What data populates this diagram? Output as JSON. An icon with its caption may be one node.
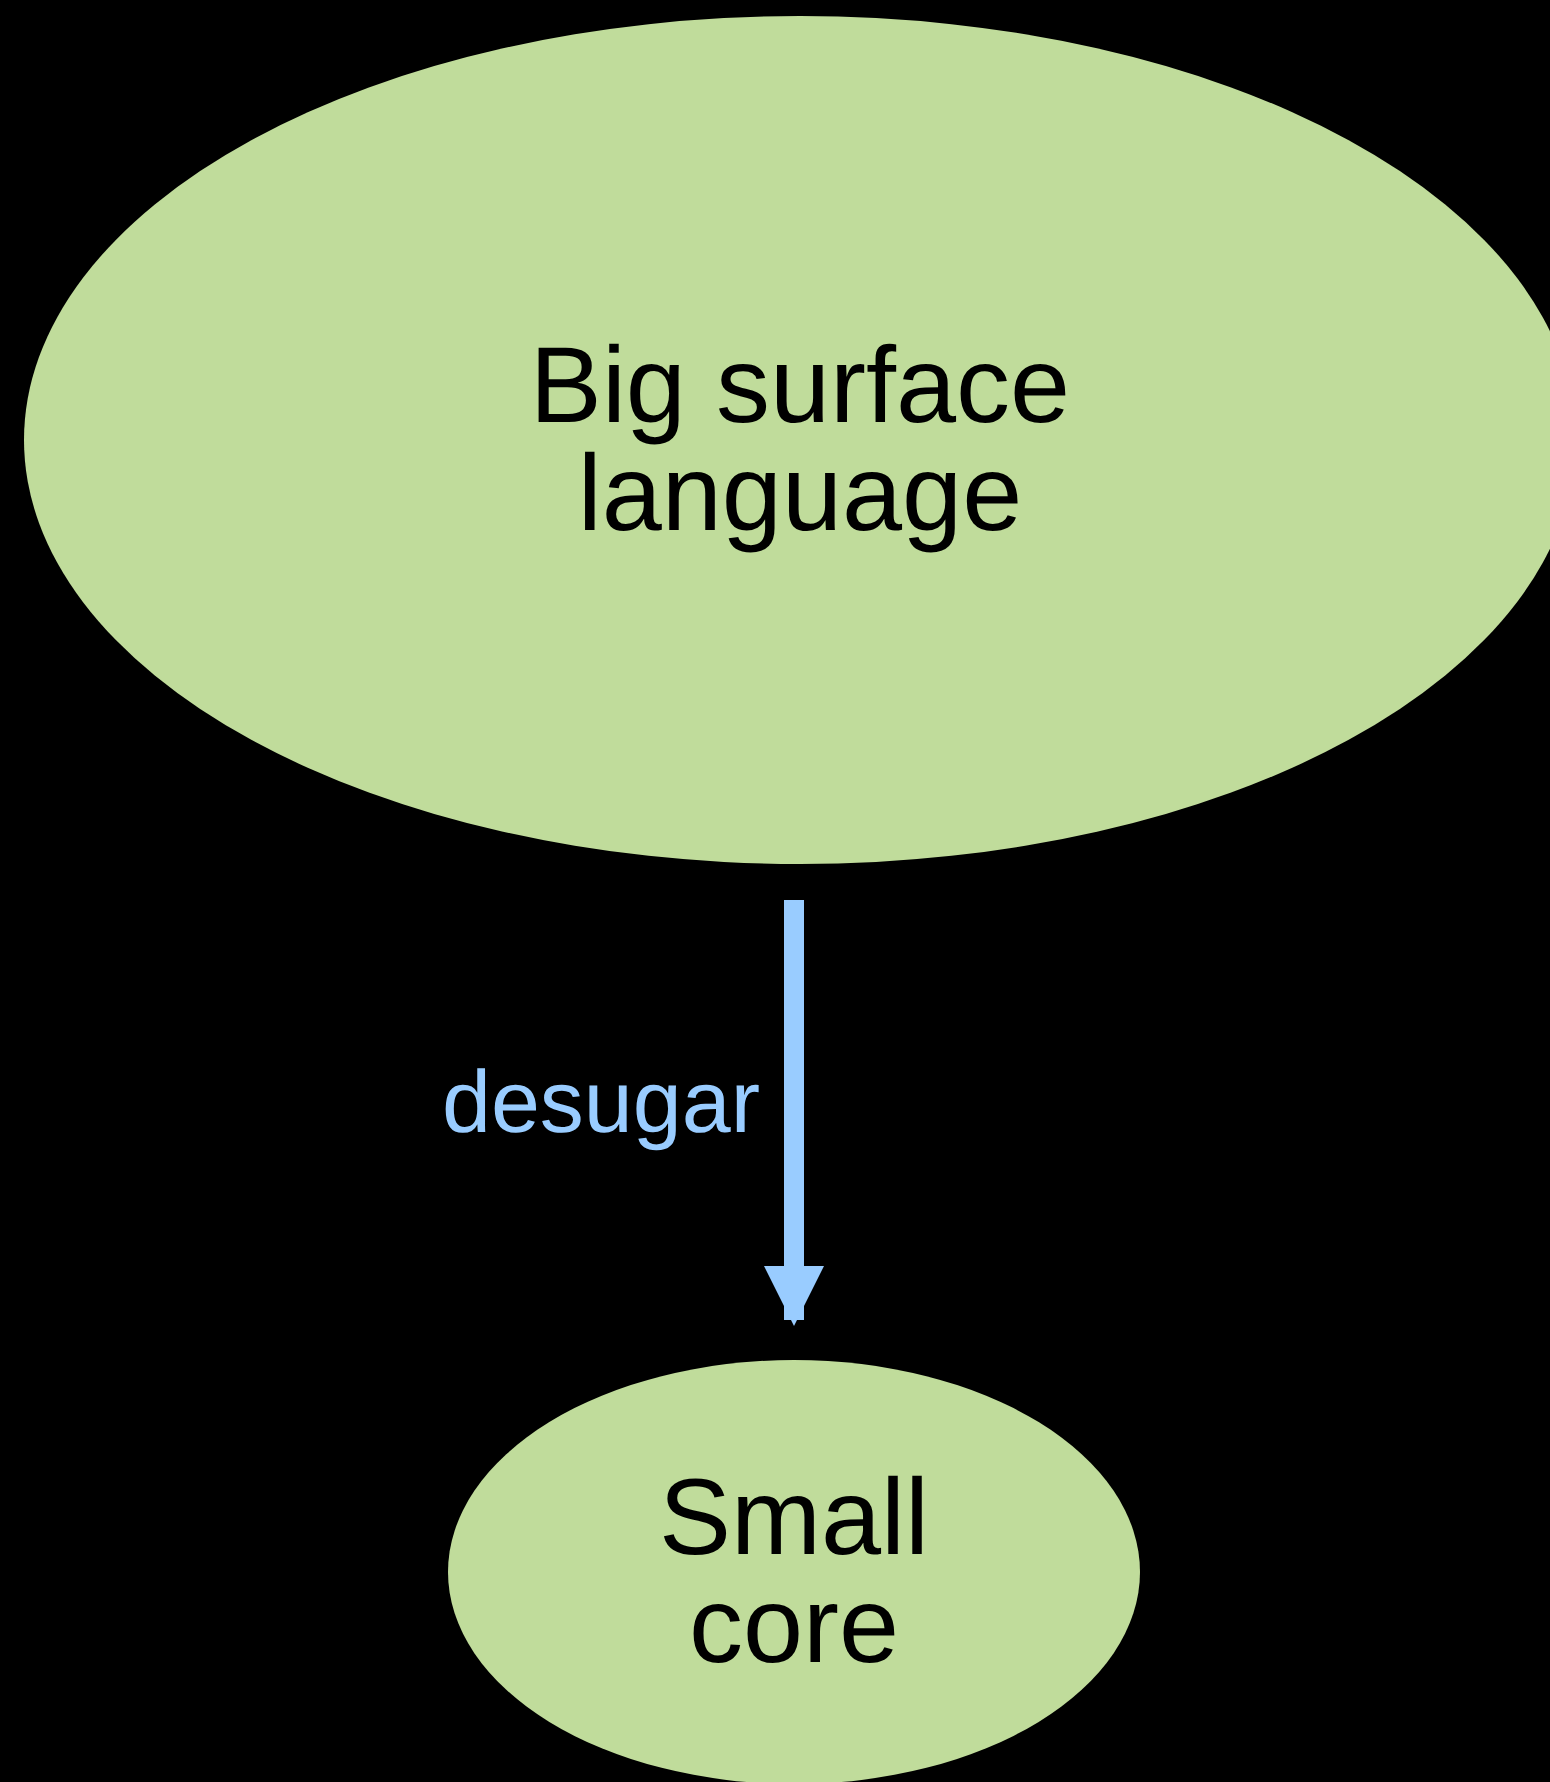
{
  "diagram": {
    "nodes": [
      {
        "text": [
          "Big surface language"
        ]
      },
      {
        "text": [
          "Small core"
        ]
      }
    ],
    "edges": [
      {
        "from": 0,
        "to": 1,
        "arrow": "to",
        "label": "desugar",
        "color": "#99ccff"
      }
    ]
  }
}
